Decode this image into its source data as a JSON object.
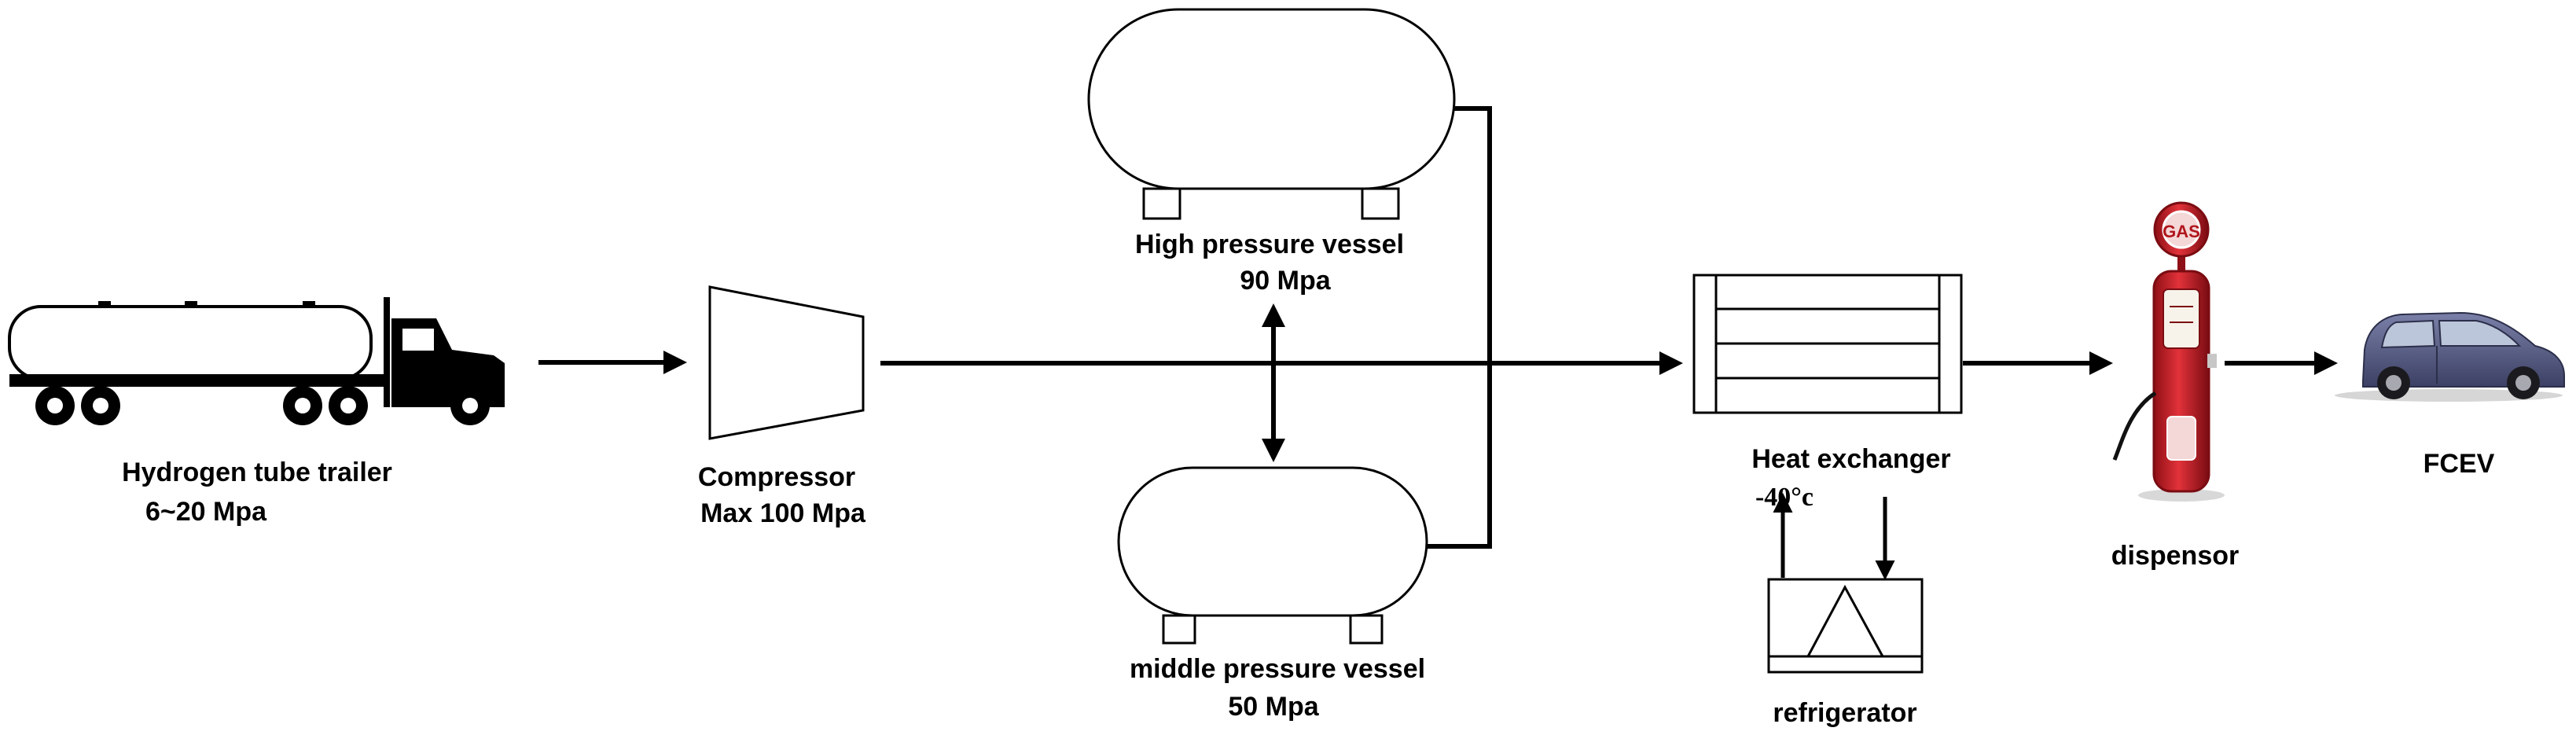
{
  "components": {
    "trailer": {
      "name": "Hydrogen tube trailer",
      "pressure": "6~20 Mpa"
    },
    "compressor": {
      "name": "Compressor",
      "pressure": "Max 100 Mpa"
    },
    "high_vessel": {
      "name": "High pressure vessel",
      "pressure": "90 Mpa"
    },
    "middle_vessel": {
      "name": "middle pressure vessel",
      "pressure": "50 Mpa"
    },
    "heat_exchanger": {
      "name": "Heat exchanger",
      "temperature": "-40°c"
    },
    "refrigerator": {
      "name": "refrigerator"
    },
    "dispenser": {
      "name": "dispensor",
      "sign_text": "GAS"
    },
    "vehicle": {
      "name": "FCEV"
    }
  },
  "colors": {
    "line": "#000000",
    "pump_red": "#d8202a",
    "pump_dark": "#8e0f15",
    "car_body": "#5a5f86",
    "car_window": "#bcc6da"
  }
}
